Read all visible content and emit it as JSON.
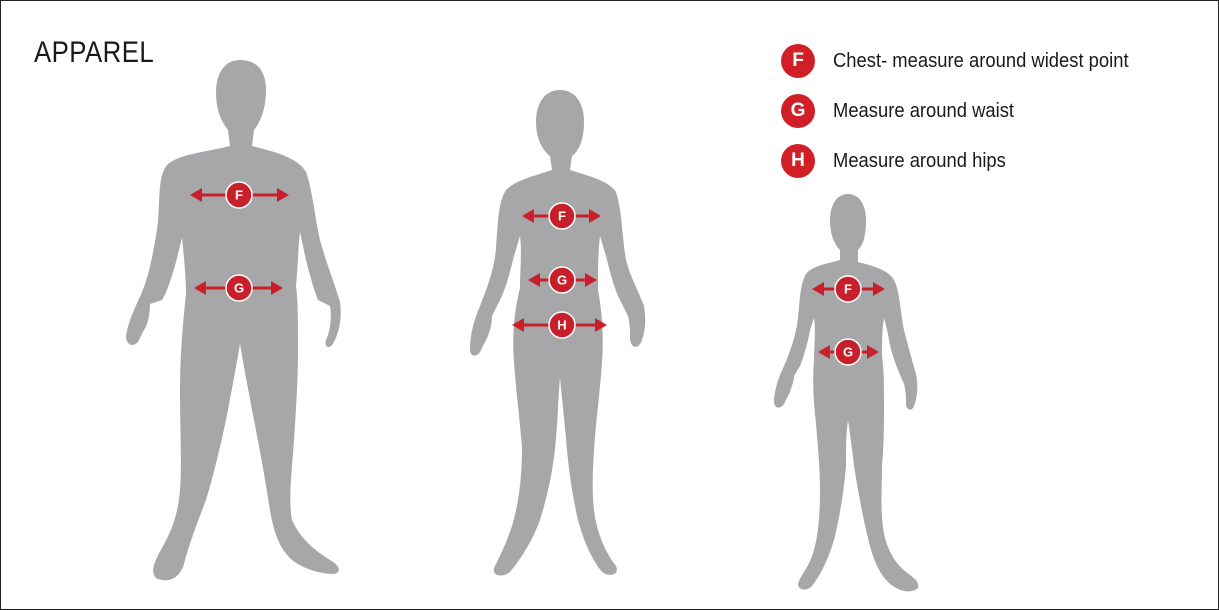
{
  "title": "APPAREL",
  "accent_color": "#c8202a",
  "silhouette_color": "#a7a7a9",
  "legend": [
    {
      "letter": "F",
      "text": "Chest- measure around widest point"
    },
    {
      "letter": "G",
      "text": "Measure around waist"
    },
    {
      "letter": "H",
      "text": "Measure around hips"
    }
  ],
  "figures": [
    {
      "name": "man",
      "markers": [
        "F",
        "G"
      ]
    },
    {
      "name": "woman",
      "markers": [
        "F",
        "G",
        "H"
      ]
    },
    {
      "name": "child",
      "markers": [
        "F",
        "G"
      ]
    }
  ]
}
